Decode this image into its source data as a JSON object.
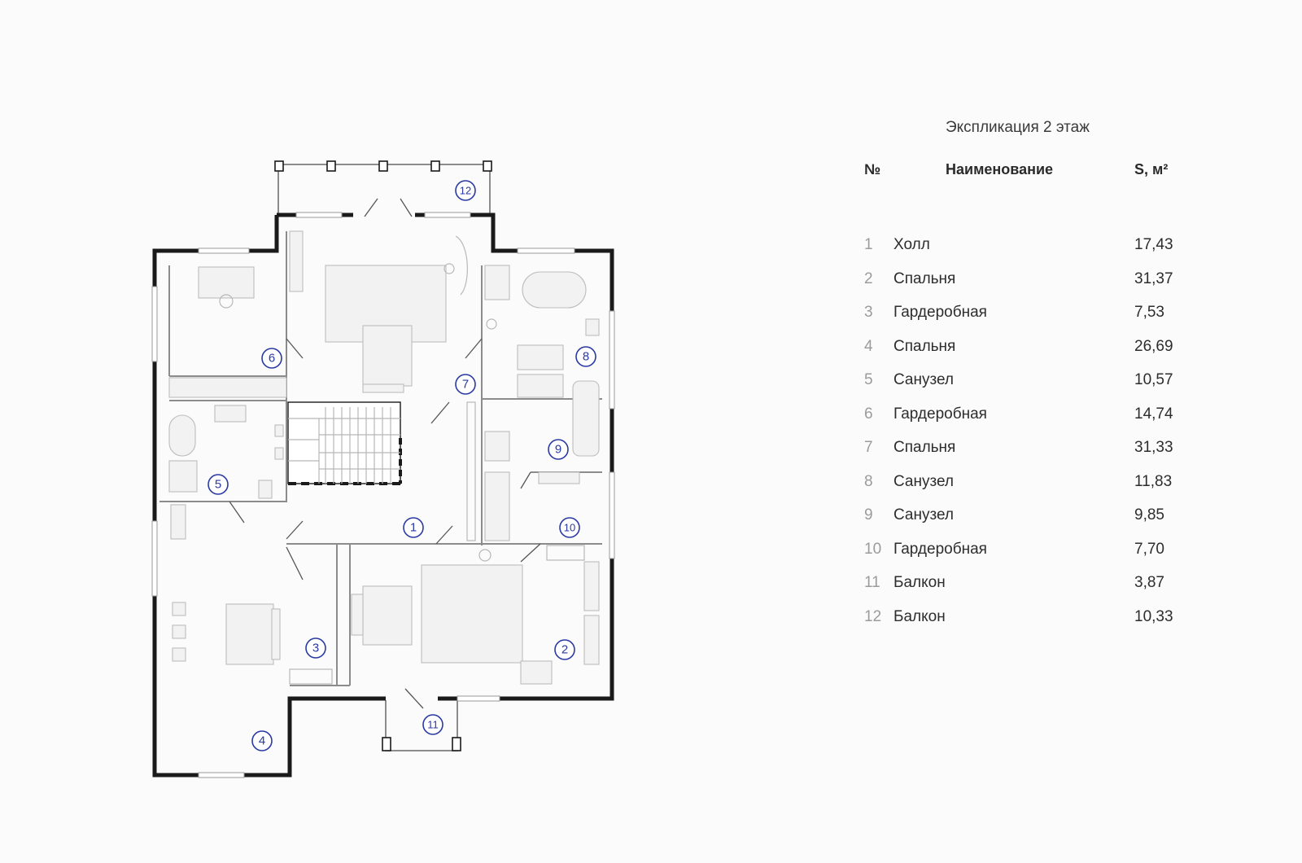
{
  "explication": {
    "title": "Экспликация 2 этаж",
    "headers": {
      "number": "№",
      "name": "Наименование",
      "area": "S, м²"
    },
    "rooms": [
      {
        "no": "1",
        "name": "Холл",
        "area": "17,43"
      },
      {
        "no": "2",
        "name": "Спальня",
        "area": "31,37"
      },
      {
        "no": "3",
        "name": "Гардеробная",
        "area": "7,53"
      },
      {
        "no": "4",
        "name": "Спальня",
        "area": "26,69"
      },
      {
        "no": "5",
        "name": "Санузел",
        "area": "10,57"
      },
      {
        "no": "6",
        "name": "Гардеробная",
        "area": "14,74"
      },
      {
        "no": "7",
        "name": "Спальня",
        "area": "31,33"
      },
      {
        "no": "8",
        "name": "Санузел",
        "area": "11,83"
      },
      {
        "no": "9",
        "name": "Санузел",
        "area": "9,85"
      },
      {
        "no": "10",
        "name": "Гардеробная",
        "area": "7,70"
      },
      {
        "no": "11",
        "name": "Балкон",
        "area": "3,87"
      },
      {
        "no": "12",
        "name": "Балкон",
        "area": "10,33"
      }
    ]
  },
  "plan_markers": [
    "1",
    "2",
    "3",
    "4",
    "5",
    "6",
    "7",
    "8",
    "9",
    "10",
    "11",
    "12"
  ],
  "colors": {
    "marker": "#2a3aa3",
    "wall": "#1a1a1a",
    "text": "#2d2d2d",
    "muted": "#9b9b9b"
  }
}
